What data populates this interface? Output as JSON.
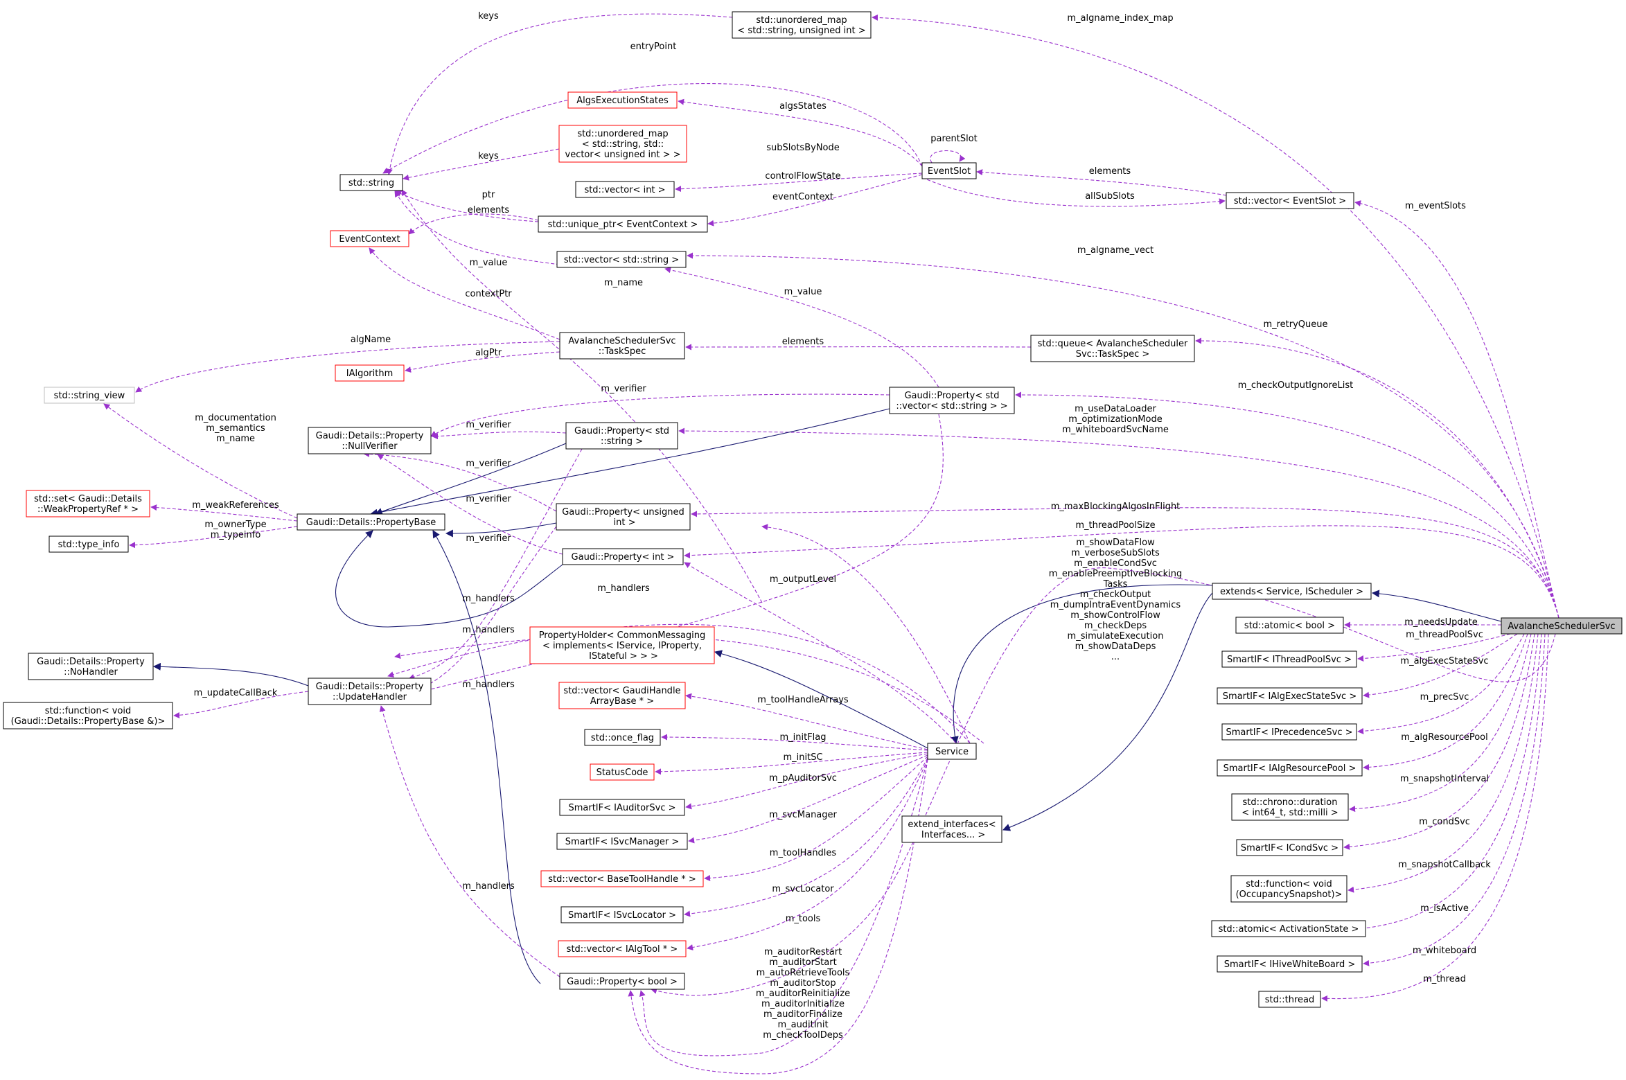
{
  "colors": {
    "usage_edge": "#9a32cd",
    "inherit_edge": "#191970",
    "node_border": "#000000",
    "incomplete_border": "#ff0000",
    "external_border": "#bfbfbf",
    "highlight_fill": "#bfbfbf"
  },
  "nodes": {
    "unordered_map_str": {
      "lines": [
        "std::unordered_map",
        "< std::string, unsigned int >"
      ]
    },
    "algs_exec_states": {
      "lines": [
        "AlgsExecutionStates"
      ]
    },
    "unordered_map_vec": {
      "lines": [
        "std::unordered_map",
        "< std::string, std::",
        "vector< unsigned int > >"
      ]
    },
    "std_string": {
      "lines": [
        "std::string"
      ]
    },
    "vector_int": {
      "lines": [
        "std::vector< int >"
      ]
    },
    "unique_ptr_ctx": {
      "lines": [
        "std::unique_ptr< EventContext >"
      ]
    },
    "event_context": {
      "lines": [
        "EventContext"
      ]
    },
    "vector_string": {
      "lines": [
        "std::vector< std::string >"
      ]
    },
    "event_slot": {
      "lines": [
        "EventSlot"
      ]
    },
    "vector_event_slot": {
      "lines": [
        "std::vector< EventSlot >"
      ]
    },
    "task_spec": {
      "lines": [
        "AvalancheSchedulerSvc",
        "::TaskSpec"
      ]
    },
    "queue_task_spec": {
      "lines": [
        "std::queue< AvalancheScheduler",
        "Svc::TaskSpec >"
      ]
    },
    "ialgorithm": {
      "lines": [
        "IAlgorithm"
      ]
    },
    "string_view": {
      "lines": [
        "std::string_view"
      ]
    },
    "prop_vec_string": {
      "lines": [
        "Gaudi::Property< std",
        "::vector< std::string > >"
      ]
    },
    "null_verifier": {
      "lines": [
        "Gaudi::Details::Property",
        "::NullVerifier"
      ]
    },
    "prop_string": {
      "lines": [
        "Gaudi::Property< std",
        "::string >"
      ]
    },
    "set_weak": {
      "lines": [
        "std::set< Gaudi::Details",
        "::WeakPropertyRef * >"
      ]
    },
    "property_base": {
      "lines": [
        "Gaudi::Details::PropertyBase"
      ]
    },
    "prop_unsigned": {
      "lines": [
        "Gaudi::Property< unsigned",
        " int >"
      ]
    },
    "type_info": {
      "lines": [
        "std::type_info"
      ]
    },
    "prop_int": {
      "lines": [
        "Gaudi::Property< int >"
      ]
    },
    "no_handler": {
      "lines": [
        "Gaudi::Details::Property",
        "::NoHandler"
      ]
    },
    "update_handler": {
      "lines": [
        "Gaudi::Details::Property",
        "::UpdateHandler"
      ]
    },
    "std_function_pb": {
      "lines": [
        "std::function< void",
        "(Gaudi::Details::PropertyBase &)>"
      ]
    },
    "property_holder": {
      "lines": [
        "PropertyHolder< CommonMessaging",
        "< implements< IService, IProperty,",
        " IStateful > > >"
      ]
    },
    "vector_tool_handle_arrays": {
      "lines": [
        "std::vector< GaudiHandle",
        "ArrayBase * >"
      ]
    },
    "once_flag": {
      "lines": [
        "std::once_flag"
      ]
    },
    "status_code": {
      "lines": [
        "StatusCode"
      ]
    },
    "smartif_auditor": {
      "lines": [
        "SmartIF< IAuditorSvc >"
      ]
    },
    "smartif_svcmanager": {
      "lines": [
        "SmartIF< ISvcManager >"
      ]
    },
    "vector_base_tool_handle": {
      "lines": [
        "std::vector< BaseToolHandle * >"
      ]
    },
    "smartif_svclocator": {
      "lines": [
        "SmartIF< ISvcLocator >"
      ]
    },
    "vector_ialgtool": {
      "lines": [
        "std::vector< IAlgTool * >"
      ]
    },
    "prop_bool": {
      "lines": [
        "Gaudi::Property< bool >"
      ]
    },
    "service": {
      "lines": [
        "Service"
      ]
    },
    "extend_interfaces": {
      "lines": [
        "extend_interfaces<",
        " Interfaces... >"
      ]
    },
    "extends_service": {
      "lines": [
        "extends< Service, IScheduler >"
      ]
    },
    "atomic_bool": {
      "lines": [
        "std::atomic< bool >"
      ]
    },
    "smartif_threadpool": {
      "lines": [
        "SmartIF< IThreadPoolSvc >"
      ]
    },
    "smartif_algexecstate": {
      "lines": [
        "SmartIF< IAlgExecStateSvc >"
      ]
    },
    "smartif_precedence": {
      "lines": [
        "SmartIF< IPrecedenceSvc >"
      ]
    },
    "smartif_algresourcepool": {
      "lines": [
        "SmartIF< IAlgResourcePool >"
      ]
    },
    "chrono_duration": {
      "lines": [
        "std::chrono::duration",
        "< int64_t, std::milli >"
      ]
    },
    "smartif_condsvc": {
      "lines": [
        "SmartIF< ICondSvc >"
      ]
    },
    "std_function_occ": {
      "lines": [
        "std::function< void",
        "(OccupancySnapshot)>"
      ]
    },
    "atomic_activation": {
      "lines": [
        "std::atomic< ActivationState >"
      ]
    },
    "smartif_hivewhiteboard": {
      "lines": [
        "SmartIF< IHiveWhiteBoard >"
      ]
    },
    "std_thread": {
      "lines": [
        "std::thread"
      ]
    },
    "avalanche": {
      "lines": [
        "AvalancheSchedulerSvc"
      ]
    }
  },
  "edge_labels": {
    "keys_top": [
      "keys"
    ],
    "m_algname_index_map": [
      "m_algname_index_map"
    ],
    "entry_point": [
      "entryPoint"
    ],
    "algs_states": [
      "algsStates"
    ],
    "parent_slot": [
      "parentSlot"
    ],
    "keys_mid": [
      "keys"
    ],
    "sub_slots_by_node": [
      "subSlotsByNode"
    ],
    "control_flow_state": [
      "controlFlowState"
    ],
    "ptr": [
      "ptr"
    ],
    "elements_evslot": [
      "elements"
    ],
    "event_context_lbl": [
      "eventContext"
    ],
    "all_sub_slots": [
      "allSubSlots"
    ],
    "elements_vecstr": [
      "elements"
    ],
    "m_event_slots": [
      "m_eventSlots"
    ],
    "m_value_a": [
      "m_value"
    ],
    "m_name_lbl": [
      "m_name"
    ],
    "m_algname_vect": [
      "m_algname_vect"
    ],
    "context_ptr": [
      "contextPtr"
    ],
    "m_value_b": [
      "m_value"
    ],
    "alg_name": [
      "algName"
    ],
    "elements_task": [
      "elements"
    ],
    "m_retry_queue": [
      "m_retryQueue"
    ],
    "alg_ptr": [
      "algPtr"
    ],
    "m_verifier_a": [
      "m_verifier"
    ],
    "m_check_output": [
      "m_checkOutputIgnoreList"
    ],
    "doc_sem_name": [
      "m_documentation",
      "m_semantics",
      "m_name"
    ],
    "use_data_loader": [
      "m_useDataLoader",
      "m_optimizationMode",
      "m_whiteboardSvcName"
    ],
    "m_verifier_b": [
      "m_verifier"
    ],
    "m_verifier_c": [
      "m_verifier"
    ],
    "m_weak_refs": [
      "m_weakReferences"
    ],
    "m_verifier_d": [
      "m_verifier"
    ],
    "m_max_blocking": [
      "m_maxBlockingAlgosInFlight"
    ],
    "owner_type": [
      "m_ownerType",
      "m_typeinfo"
    ],
    "m_verifier_e": [
      "m_verifier"
    ],
    "m_thread_pool_size": [
      "m_threadPoolSize"
    ],
    "show_data_flow": [
      "m_showDataFlow",
      "m_verboseSubSlots",
      "m_enableCondSvc",
      "m_enablePreemptiveBlocking",
      "Tasks",
      "m_checkOutput",
      "m_dumpIntraEventDynamics",
      "m_showControlFlow",
      "m_checkDeps",
      "m_simulateExecution",
      "m_showDataDeps",
      "..."
    ],
    "m_output_level": [
      "m_outputLevel"
    ],
    "m_handlers_a": [
      "m_handlers"
    ],
    "m_handlers_b": [
      "m_handlers"
    ],
    "m_handlers_c": [
      "m_handlers"
    ],
    "m_handlers_d": [
      "m_handlers"
    ],
    "m_handlers_e": [
      "m_handlers"
    ],
    "m_update_callback": [
      "m_updateCallBack"
    ],
    "m_tool_handle_arrays": [
      "m_toolHandleArrays"
    ],
    "m_init_flag": [
      "m_initFlag"
    ],
    "m_init_sc": [
      "m_initSC"
    ],
    "m_p_auditor_svc": [
      "m_pAuditorSvc"
    ],
    "m_svc_manager": [
      "m_svcManager"
    ],
    "m_tool_handles": [
      "m_toolHandles"
    ],
    "m_svc_locator": [
      "m_svcLocator"
    ],
    "m_tools": [
      "m_tools"
    ],
    "auditor_flags": [
      "m_auditorRestart",
      "m_auditorStart",
      "m_autoRetrieveTools",
      "m_auditorStop",
      "m_auditorReinitialize",
      "m_auditorInitialize",
      "m_auditorFinalize",
      "m_auditInit",
      "m_checkToolDeps"
    ],
    "m_needs_update": [
      "m_needsUpdate"
    ],
    "m_thread_pool_svc": [
      "m_threadPoolSvc"
    ],
    "m_alg_exec_state_svc": [
      "m_algExecStateSvc"
    ],
    "m_prec_svc": [
      "m_precSvc"
    ],
    "m_alg_resource_pool": [
      "m_algResourcePool"
    ],
    "m_snapshot_interval": [
      "m_snapshotInterval"
    ],
    "m_cond_svc": [
      "m_condSvc"
    ],
    "m_snapshot_callback": [
      "m_snapshotCallback"
    ],
    "m_is_active": [
      "m_isActive"
    ],
    "m_whiteboard": [
      "m_whiteboard"
    ],
    "m_thread": [
      "m_thread"
    ]
  }
}
